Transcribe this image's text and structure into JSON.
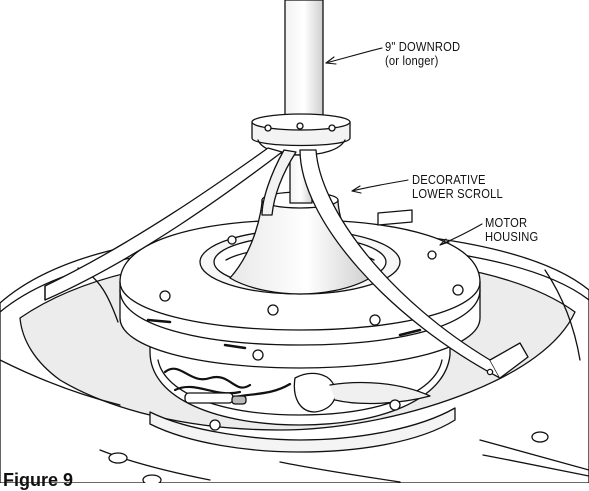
{
  "labels": {
    "downrod": [
      "9\" DOWNROD",
      "(or longer)"
    ],
    "scroll": [
      "DECORATIVE",
      "LOWER SCROLL"
    ],
    "motor": [
      "MOTOR",
      "HOUSING"
    ]
  },
  "caption": "Figure 9",
  "colors": {
    "line": "#111111",
    "fill": "#ffffff",
    "shade": "#e6e6e6",
    "dark": "#9a9a9a"
  }
}
